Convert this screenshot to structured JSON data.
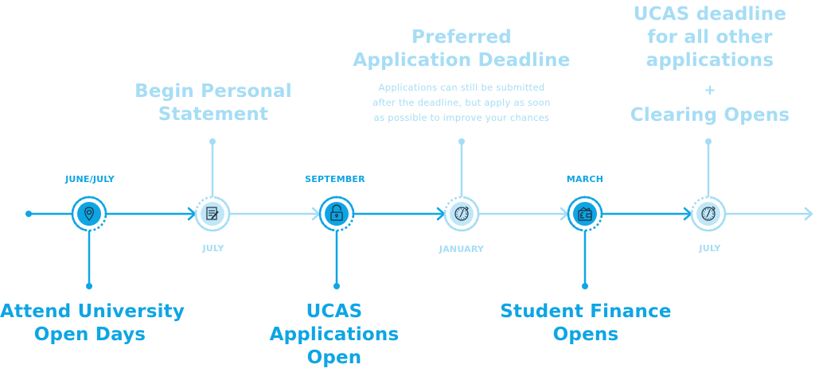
{
  "colors": {
    "dark": "#0ea5e4",
    "light": "#a6ddf5",
    "light_fill": "#bfe7f8",
    "icon_stroke": "#1f2f3f"
  },
  "timeline": {
    "steps": [
      {
        "date": "JUNE/JULY",
        "title": [
          "Attend University",
          "Open Days"
        ],
        "icon": "map-pin-icon",
        "style": "dark",
        "label_side": "bottom"
      },
      {
        "date": "JULY",
        "title": [
          "Begin Personal",
          "Statement"
        ],
        "icon": "document-pencil-icon",
        "style": "light",
        "label_side": "top"
      },
      {
        "date": "SEPTEMBER",
        "title": [
          "UCAS",
          "Applications",
          "Open"
        ],
        "icon": "padlock-open-icon",
        "style": "dark",
        "label_side": "bottom"
      },
      {
        "date": "JANUARY",
        "title": [
          "Preferred",
          "Application Deadline"
        ],
        "note": [
          "Applications can still be submitted",
          "after the deadline, but apply as soon",
          "as possible to improve your chances"
        ],
        "icon": "clock-icon",
        "style": "light",
        "label_side": "top"
      },
      {
        "date": "MARCH",
        "title": [
          "Student Finance",
          "Opens"
        ],
        "icon": "wallet-pound-icon",
        "style": "dark",
        "label_side": "bottom"
      },
      {
        "date": "JULY",
        "title": [
          "UCAS deadline",
          "for all other",
          "applications"
        ],
        "plus": "+",
        "subtitle": "Clearing Opens",
        "icon": "clock-icon",
        "style": "light",
        "label_side": "top"
      }
    ]
  }
}
